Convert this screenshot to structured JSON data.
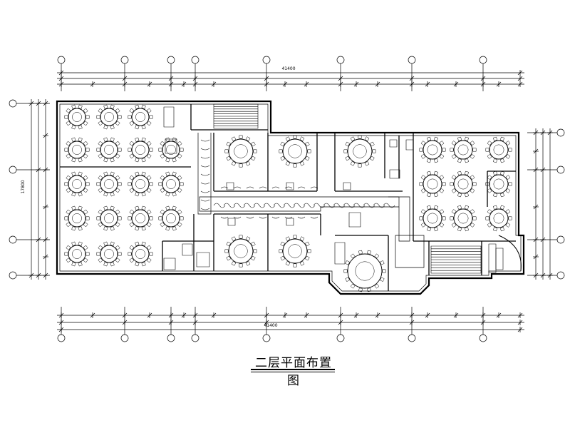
{
  "drawing": {
    "title": "二层平面布置图"
  },
  "dimensions": {
    "top_overall": "41400",
    "left_overall": "17800"
  },
  "colors": {
    "ink": "#000000",
    "paper": "#ffffff"
  }
}
